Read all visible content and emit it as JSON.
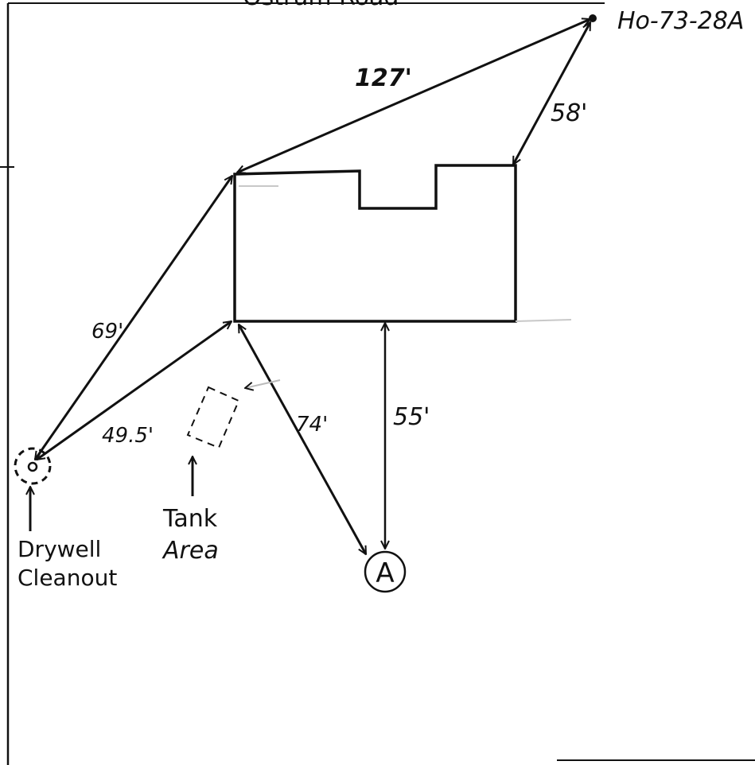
{
  "header": {
    "top_cut_text": "Ostrum Road",
    "well_id": "Ho-73-28A"
  },
  "labels": {
    "drywell_line1": "Drywell",
    "drywell_line2": "Cleanout",
    "tank_line1": "Tank",
    "tank_line2": "Area",
    "point_a": "A"
  },
  "measurements": [
    {
      "name": "well-to-building-nw",
      "value": "127'"
    },
    {
      "name": "well-to-building-ne",
      "value": "58'"
    },
    {
      "name": "drywell-to-building-nw",
      "value": "69'"
    },
    {
      "name": "drywell-to-building-sw",
      "value": "49.5'"
    },
    {
      "name": "a-to-building-sw",
      "value": "74'"
    },
    {
      "name": "a-to-building-south",
      "value": "55'"
    }
  ],
  "colors": {
    "ink": "#111111",
    "faint": "#b8b8b8",
    "paper": "#ffffff"
  }
}
